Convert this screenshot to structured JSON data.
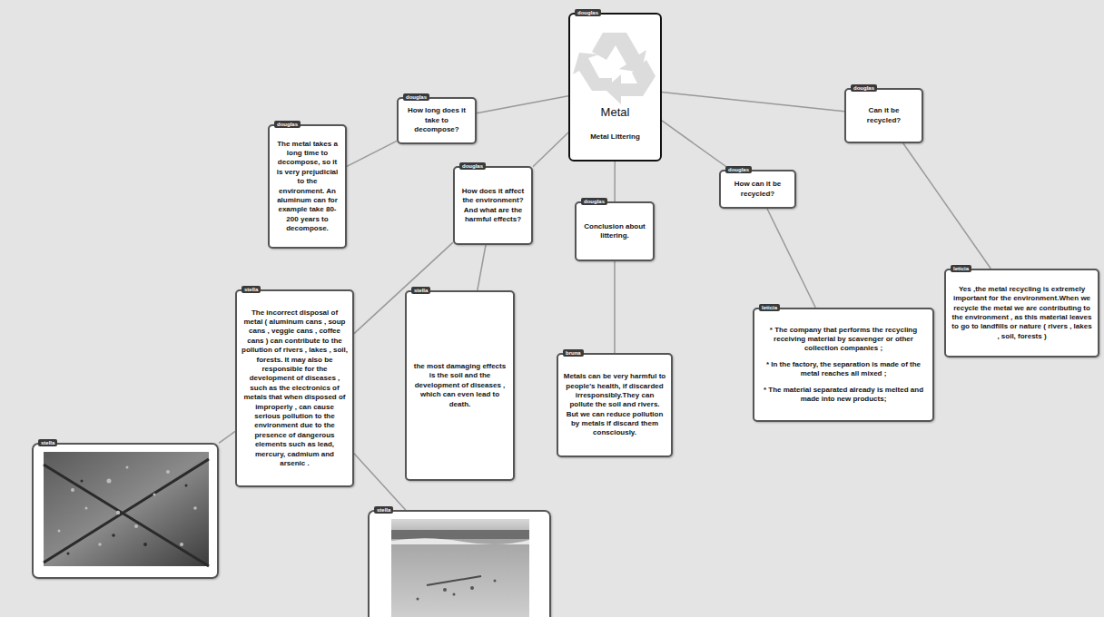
{
  "diagram": {
    "nodes": [
      {
        "text": [
          "douglas",
          "Metal",
          "Metal Littering"
        ]
      },
      {
        "text": [
          "douglas",
          "How long does it take to decompose?"
        ]
      },
      {
        "text": [
          "douglas",
          "The metal takes a long time to decompose, so it is very prejudicial to the environment. An aluminum can for example take 80-200 years to decompose."
        ]
      },
      {
        "text": [
          "douglas",
          "How does it affect the environment? And what are the harmful effects?"
        ]
      },
      {
        "text": [
          "douglas",
          "Conclusion about littering."
        ]
      },
      {
        "text": [
          "douglas",
          "How can it be recycled?"
        ]
      },
      {
        "text": [
          "douglas",
          "Can it be recycled?"
        ]
      },
      {
        "text": [
          "stella",
          "The incorrect disposal of metal ( aluminum cans , soup cans , veggie cans , coffee cans ) can contribute to the pollution of rivers , lakes , soil, forests. It may also be responsible for the development of diseases , such as the electronics of metals that when disposed of improperly , can cause serious pollution to the environment due to the presence of dangerous elements such as lead, mercury, cadmium and arsenic ."
        ]
      },
      {
        "text": [
          "stella",
          "the most damaging effects is the soil and the development of diseases , which can even lead to death."
        ]
      },
      {
        "text": [
          "bruna",
          "Metals can be very harmful to people's health, if discarded irresponsibly.They can pollute the soil and rivers. But we can reduce pollution by metals if discard them consciously."
        ]
      },
      {
        "text": [
          "leticia",
          "* The company that performs the recycling receiving material by scavenger or other collection companies ;",
          "* In the factory, the separation is made of the metal reaches all mixed ;",
          "* The material separated already is melted and made into new products;"
        ]
      },
      {
        "text": [
          "leticia",
          "Yes ,the metal recycling is extremely important for the environment.When we recycle the metal we are contributing to the environment , as this material leaves to go to landfills or nature ( rivers , lakes , soil, forests )"
        ]
      },
      {
        "text": [
          "stella"
        ]
      },
      {
        "text": [
          "stella"
        ]
      }
    ],
    "edges": [
      {
        "from": 0,
        "to": 1,
        "arrow": "none"
      },
      {
        "from": 1,
        "to": 2,
        "arrow": "none"
      },
      {
        "from": 0,
        "to": 3,
        "arrow": "none"
      },
      {
        "from": 3,
        "to": 7,
        "arrow": "none"
      },
      {
        "from": 3,
        "to": 8,
        "arrow": "none"
      },
      {
        "from": 0,
        "to": 4,
        "arrow": "none"
      },
      {
        "from": 4,
        "to": 9,
        "arrow": "none"
      },
      {
        "from": 0,
        "to": 5,
        "arrow": "none"
      },
      {
        "from": 5,
        "to": 10,
        "arrow": "none"
      },
      {
        "from": 0,
        "to": 6,
        "arrow": "none"
      },
      {
        "from": 6,
        "to": 11,
        "arrow": "none"
      },
      {
        "from": 7,
        "to": 12,
        "arrow": "none"
      },
      {
        "from": 7,
        "to": 13,
        "arrow": "none"
      }
    ]
  }
}
